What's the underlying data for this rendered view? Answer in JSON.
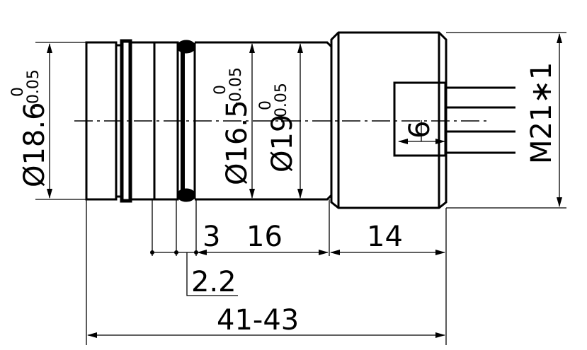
{
  "drawing": {
    "dimensions": {
      "dia_body": "Ø18.6",
      "dia_body_tol_upper": "0",
      "dia_body_tol_lower": "-0.05",
      "dia_neck": "Ø16.5",
      "dia_neck_tol_upper": "0",
      "dia_neck_tol_lower": "-0.05",
      "dia_shoulder": "Ø19",
      "dia_shoulder_tol_upper": "0",
      "dia_shoulder_tol_lower": "-0.05",
      "thread": "M21∗1",
      "pin_span": "6",
      "len_groove": "3",
      "len_neck": "16",
      "len_head": "14",
      "len_small": "2.2",
      "len_total": "41-43"
    }
  }
}
